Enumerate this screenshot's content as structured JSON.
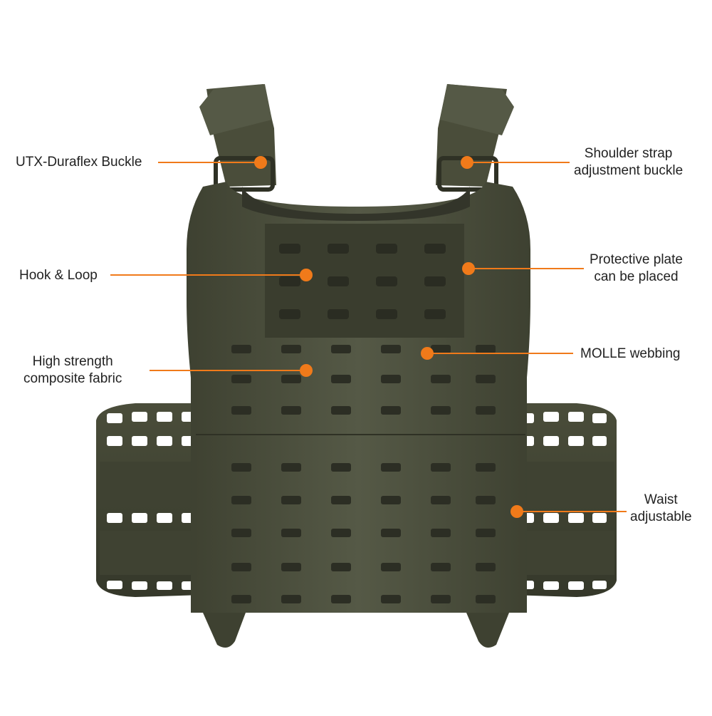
{
  "product": {
    "name": "plate-carrier-vest",
    "color": "#4b4e3a",
    "accent_color": "#f07a1a"
  },
  "callouts": [
    {
      "id": "utx-buckle",
      "lines": [
        "UTX-Duraflex Buckle"
      ],
      "side": "left"
    },
    {
      "id": "hook-loop",
      "lines": [
        "Hook & Loop"
      ],
      "side": "left"
    },
    {
      "id": "composite-fabric",
      "lines": [
        "High strength",
        "composite fabric"
      ],
      "side": "left"
    },
    {
      "id": "shoulder-buckle",
      "lines": [
        "Shoulder strap",
        "adjustment buckle"
      ],
      "side": "right"
    },
    {
      "id": "protective-plate",
      "lines": [
        "Protective plate",
        "can be placed"
      ],
      "side": "right"
    },
    {
      "id": "molle",
      "lines": [
        "MOLLE webbing"
      ],
      "side": "right"
    },
    {
      "id": "waist",
      "lines": [
        "Waist",
        "adjustable"
      ],
      "side": "right"
    }
  ]
}
